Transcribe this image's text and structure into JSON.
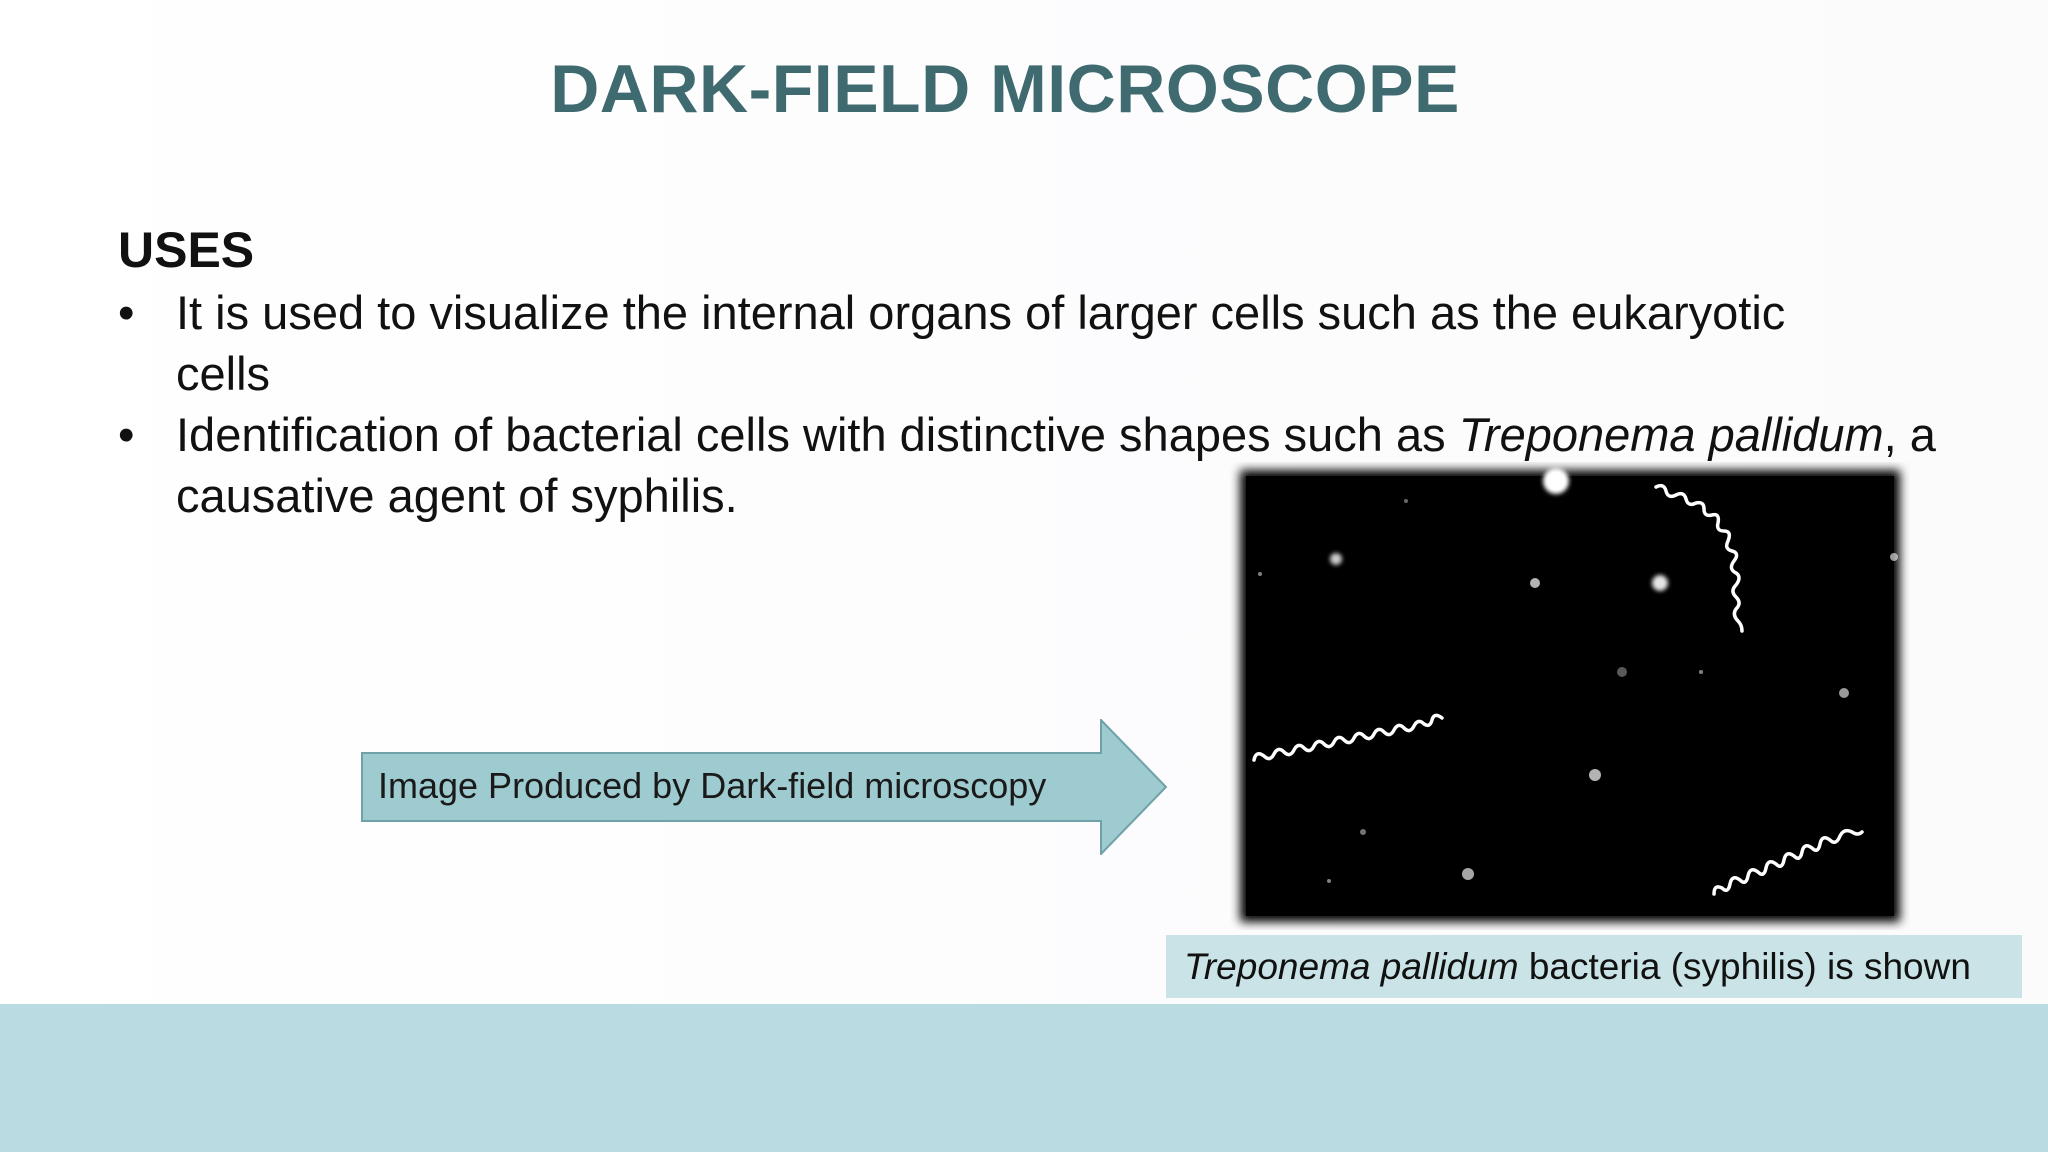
{
  "slide": {
    "title": "DARK-FIELD MICROSCOPE",
    "heading": "USES",
    "bullets": [
      {
        "symbol": "•",
        "text_1": "It is used to visualize the internal organs of larger cells such as the eukaryotic cells"
      },
      {
        "symbol": "•",
        "text_1": "Identification of bacterial cells with distinctive shapes such as ",
        "italic_1": "Treponema pallidum",
        "text_2": ", a causative agent of syphilis."
      }
    ],
    "arrow_label": "Image Produced by Dark-field microscopy",
    "image_alt_icon": "dark-field-micrograph",
    "caption": {
      "italic": "Treponema pallidum",
      "text": " bacteria (syphilis) is shown"
    },
    "colors": {
      "title": "#3f6b70",
      "arrow_fill": "#9ecbd0",
      "arrow_stroke": "#6fa1a8",
      "caption_bg": "#c9e3e6",
      "footer_band": "#b9dbe1"
    }
  }
}
